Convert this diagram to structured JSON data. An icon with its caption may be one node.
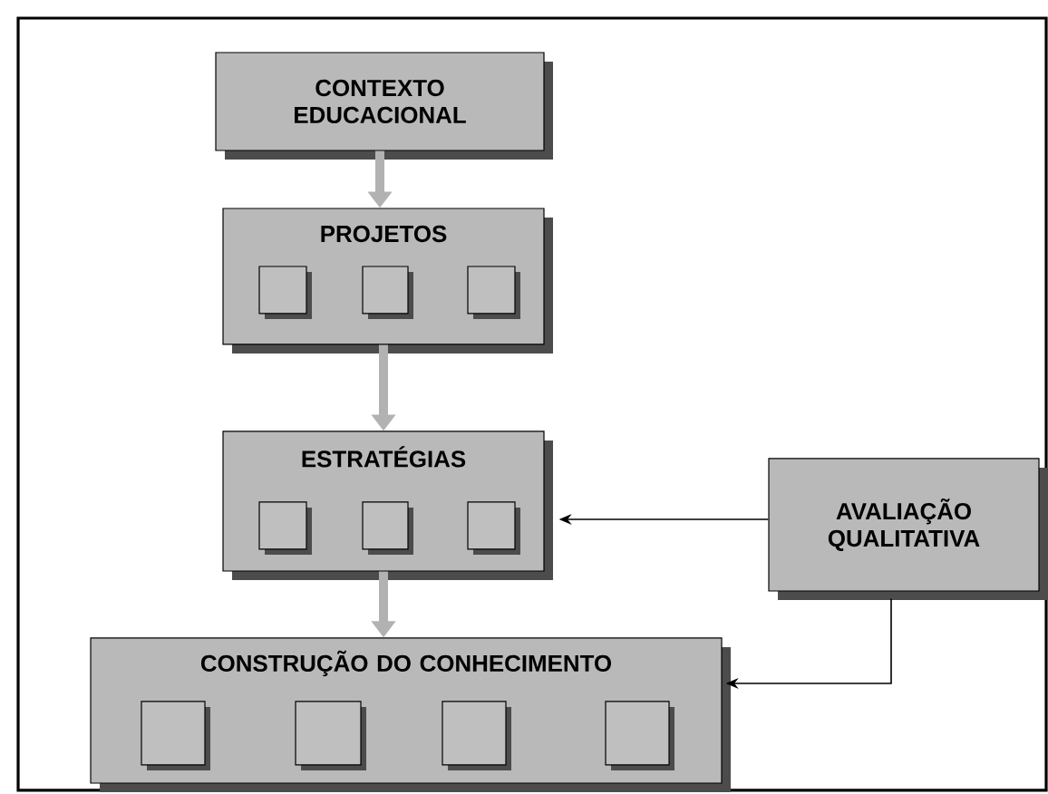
{
  "diagram": {
    "nodes": [
      {
        "text": [
          "CONTEXTO EDUCACIONAL"
        ]
      },
      {
        "text": [
          "PROJETOS"
        ]
      },
      {
        "text": [],
        "shape": "box",
        "in": 1
      },
      {
        "text": [],
        "shape": "box",
        "in": 1
      },
      {
        "text": [],
        "shape": "box",
        "in": 1
      },
      {
        "text": [
          "ESTRATÉGIAS"
        ]
      },
      {
        "text": [],
        "shape": "box",
        "in": 5
      },
      {
        "text": [],
        "shape": "box",
        "in": 5
      },
      {
        "text": [],
        "shape": "box",
        "in": 5
      },
      {
        "text": [
          "AVALIAÇÃO QUALITATIVA"
        ]
      },
      {
        "text": [
          "CONSTRUÇÃO DO CONHECIMENTO"
        ]
      },
      {
        "text": [],
        "shape": "box",
        "in": 10
      },
      {
        "text": [],
        "shape": "box",
        "in": 10
      },
      {
        "text": [],
        "shape": "box",
        "in": 10
      },
      {
        "text": [],
        "shape": "box",
        "in": 10
      }
    ],
    "edges": [
      {
        "from": 0,
        "to": 1,
        "arrow": "to"
      },
      {
        "from": 1,
        "to": 5,
        "arrow": "to"
      },
      {
        "from": 5,
        "to": 10,
        "arrow": "to"
      },
      {
        "from": 9,
        "to": 5,
        "arrow": "to",
        "color": "#000000"
      },
      {
        "from": 9,
        "to": 10,
        "arrow": "to",
        "color": "#000000"
      }
    ]
  }
}
